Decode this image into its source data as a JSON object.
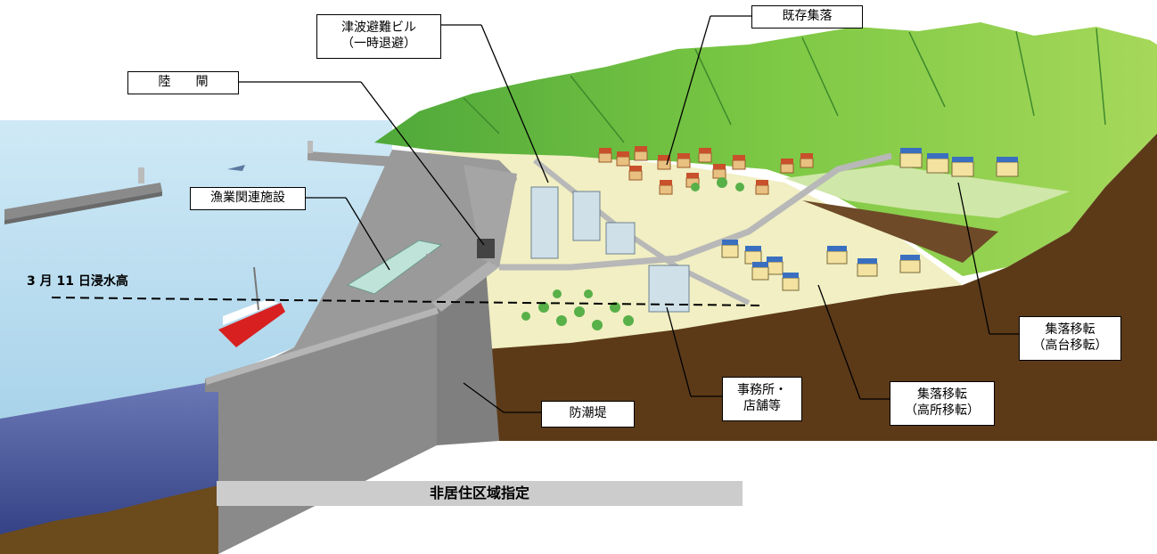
{
  "labels": {
    "tsunami_building_l1": "津波避難ビル",
    "tsunami_building_l2": "（一時退避）",
    "existing_village": "既存集落",
    "land_gate": "陸　　閘",
    "fishery_facilities": "漁業関連施設",
    "inundation_height": "3 月 11 日浸水高",
    "relocation_high_l1": "集落移転",
    "relocation_high_l2": "（高台移転）",
    "office_l1": "事務所・",
    "office_l2": "店舗等",
    "relocation_elevated_l1": "集落移転",
    "relocation_elevated_l2": "（高所移転）",
    "seawall": "防潮堤",
    "non_residential_zone": "非居住区域指定"
  },
  "colors": {
    "sea": "#bfe0f0",
    "deep_water": "#4a5aa0",
    "mountain": "#6cbf3a",
    "soil": "#5a3a18",
    "concrete": "#8c8c8c",
    "settlement": "#f2efc8"
  }
}
